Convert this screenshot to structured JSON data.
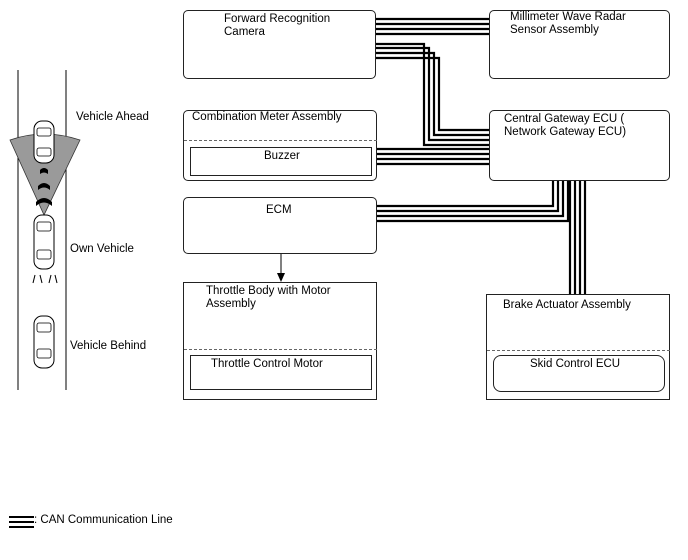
{
  "blocks": {
    "forward_camera": "Forward Recognition\nCamera",
    "radar": "Millimeter Wave Radar\nSensor Assembly",
    "combination_meter": "Combination Meter Assembly",
    "buzzer": "Buzzer",
    "gateway": "Central Gateway ECU (\nNetwork Gateway ECU)",
    "ecm": "ECM",
    "throttle_body": "Throttle Body with Motor\nAssembly",
    "throttle_motor": "Throttle Control Motor",
    "brake_actuator": "Brake Actuator Assembly",
    "skid_ecu": "Skid Control ECU"
  },
  "scene": {
    "vehicle_ahead": "Vehicle Ahead",
    "own_vehicle": "Own Vehicle",
    "vehicle_behind": "Vehicle Behind"
  },
  "legend": {
    "can_line": ": CAN Communication Line"
  }
}
